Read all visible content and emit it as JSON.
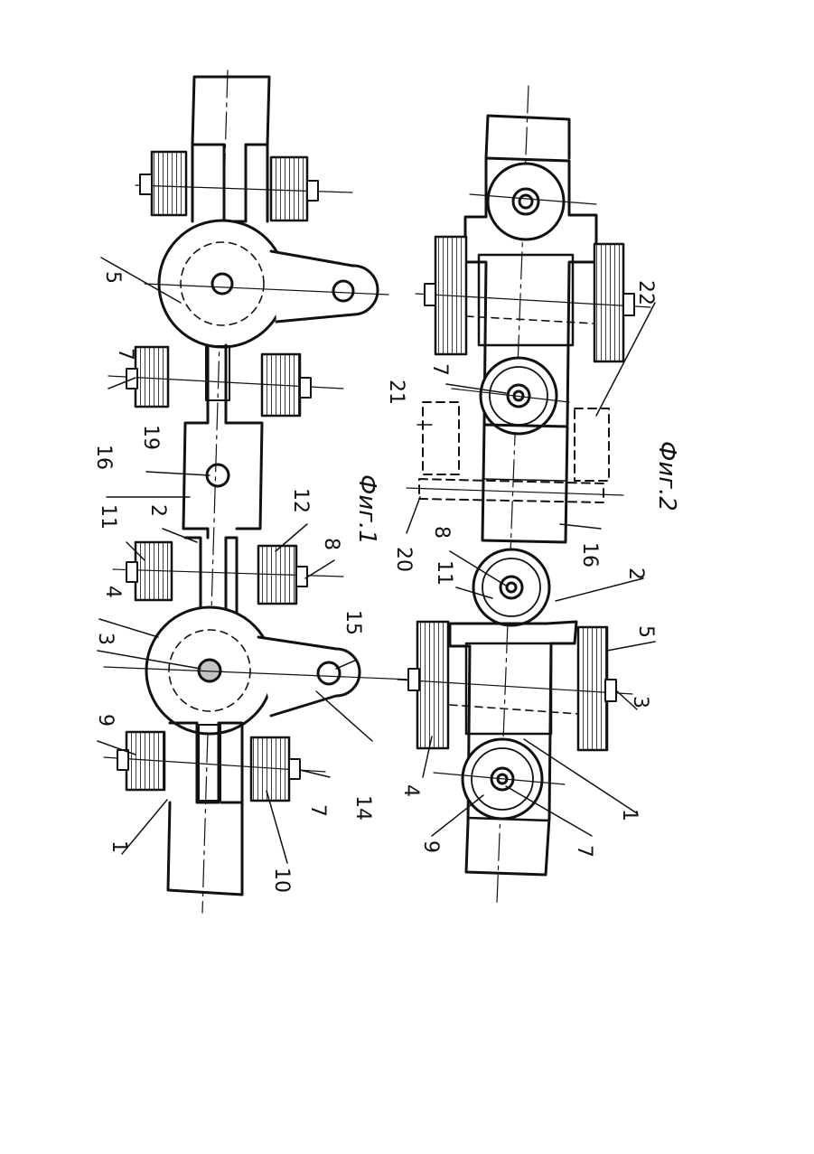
{
  "figures": {
    "fig1": {
      "caption": "Фиг.1",
      "labels": {
        "l1": "1",
        "l2": "2",
        "l3": "3",
        "l4": "4",
        "l5": "5",
        "l7a": "7",
        "l7b": "7",
        "l8": "8",
        "l9": "9",
        "l10": "10",
        "l11": "11",
        "l12": "12",
        "l14": "14",
        "l15": "15",
        "l16": "16",
        "l19": "19",
        "l20": "20",
        "l21": "21"
      }
    },
    "fig2": {
      "caption": "Фиг.2",
      "labels": {
        "l1": "1",
        "l2": "2",
        "l3": "3",
        "l4": "4",
        "l5": "5",
        "l7a": "7",
        "l7b": "7",
        "l8": "8",
        "l9": "9",
        "l11": "11",
        "l16": "16",
        "l22": "22"
      }
    }
  },
  "style": {
    "ink": "#111111",
    "paper": "#ffffff"
  }
}
